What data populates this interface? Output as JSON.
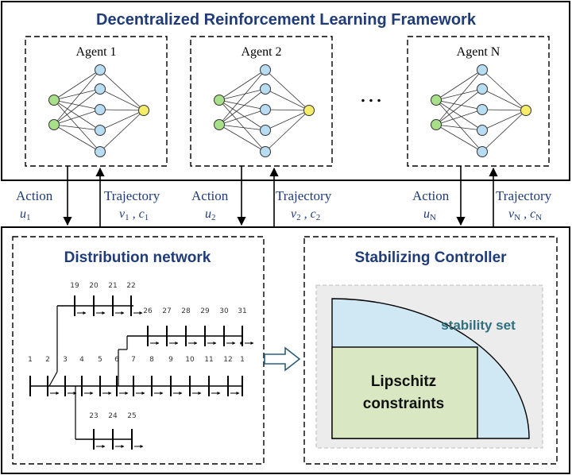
{
  "framework": {
    "title": "Decentralized Reinforcement Learning Framework",
    "agents": [
      {
        "label": "Agent 1"
      },
      {
        "label": "Agent 2"
      },
      {
        "label": "Agent N"
      }
    ],
    "ellipsis": "…"
  },
  "links": [
    {
      "action_label": "Action",
      "action_var": "u",
      "action_sub": "1",
      "traj_label": "Trajectory",
      "traj_v": "v",
      "traj_v_sub": "1",
      "traj_sep": " , ",
      "traj_c": "c",
      "traj_c_sub": "1"
    },
    {
      "action_label": "Action",
      "action_var": "u",
      "action_sub": "2",
      "traj_label": "Trajectory",
      "traj_v": "v",
      "traj_v_sub": "2",
      "traj_sep": " , ",
      "traj_c": "c",
      "traj_c_sub": "2"
    },
    {
      "action_label": "Action",
      "action_var": "u",
      "action_sub": "N",
      "traj_label": "Trajectory",
      "traj_v": "v",
      "traj_v_sub": "N",
      "traj_sep": " , ",
      "traj_c": "c",
      "traj_c_sub": "N"
    }
  ],
  "distribution": {
    "title": "Distribution network",
    "bus_numbers": {
      "top": [
        "19",
        "20",
        "21",
        "22"
      ],
      "upper": [
        "26",
        "27",
        "28",
        "29",
        "30",
        "31"
      ],
      "main_left": [
        "1",
        "2"
      ],
      "main_mid": [
        "3",
        "4",
        "5",
        "6"
      ],
      "main_right": [
        "7",
        "8",
        "9",
        "10",
        "11",
        "12",
        "1"
      ],
      "bottom": [
        "23",
        "24",
        "25"
      ]
    }
  },
  "controller": {
    "title": "Stabilizing Controller",
    "stability_label": "stability set",
    "lipschitz_line1": "Lipschitz",
    "lipschitz_line2": "constraints"
  },
  "colors": {
    "title": "#1f3b78",
    "input_node": "#a8e08a",
    "hidden_node": "#b8ddf3",
    "output_node": "#f5ec6a",
    "stability_fill": "#cfe8f3",
    "lipschitz_fill": "#d9e8c2",
    "panel_gray": "#ececec"
  }
}
